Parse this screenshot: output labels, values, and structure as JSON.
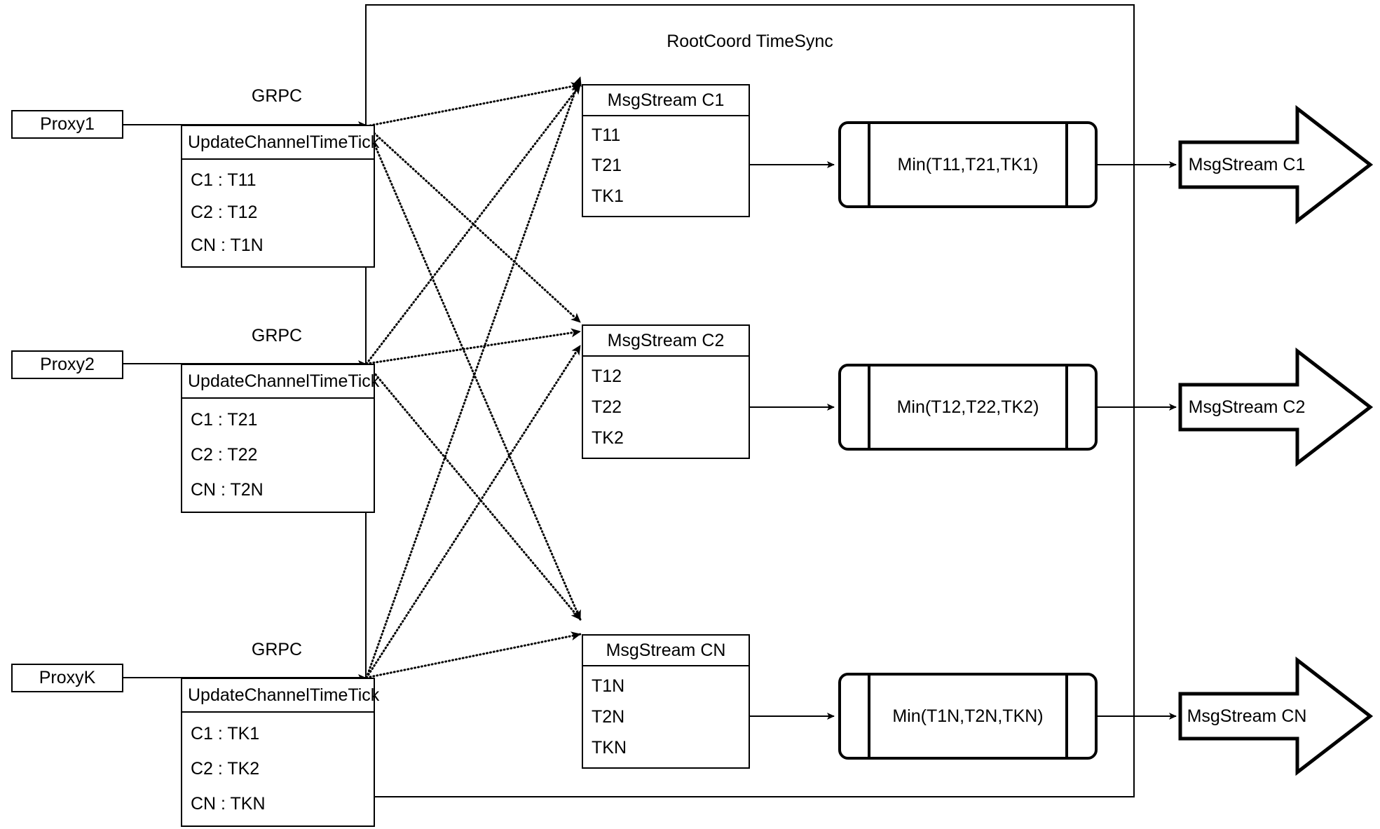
{
  "diagram": {
    "container_title": "RootCoord TimeSync",
    "link_protocol_label": "GRPC"
  },
  "proxies": [
    {
      "name": "Proxy1",
      "protocol": "GRPC",
      "request": {
        "title": "UpdateChannelTimeTick",
        "rows": [
          "C1 :  T11",
          "C2 :  T12",
          "CN : T1N"
        ]
      }
    },
    {
      "name": "Proxy2",
      "protocol": "GRPC",
      "request": {
        "title": "UpdateChannelTimeTick",
        "rows": [
          "C1 :  T21",
          "C2 :  T22",
          "CN : T2N"
        ]
      }
    },
    {
      "name": "ProxyK",
      "protocol": "GRPC",
      "request": {
        "title": "UpdateChannelTimeTick",
        "rows": [
          "C1 :  TK1",
          "C2 :  TK2",
          "CN : TKN"
        ]
      }
    }
  ],
  "channels": [
    {
      "stream": {
        "title": "MsgStream C1",
        "rows": [
          "T11",
          "T21",
          "TK1"
        ]
      },
      "reducer": "Min(T11,T21,TK1)",
      "output": "MsgStream C1"
    },
    {
      "stream": {
        "title": "MsgStream C2",
        "rows": [
          "T12",
          "T22",
          "TK2"
        ]
      },
      "reducer": "Min(T12,T22,TK2)",
      "output": "MsgStream C2"
    },
    {
      "stream": {
        "title": "MsgStream CN",
        "rows": [
          "T1N",
          "T2N",
          "TKN"
        ]
      },
      "reducer": "Min(T1N,T2N,TKN)",
      "output": "MsgStream CN"
    }
  ],
  "colors": {
    "stroke": "#000000",
    "background": "#ffffff"
  }
}
